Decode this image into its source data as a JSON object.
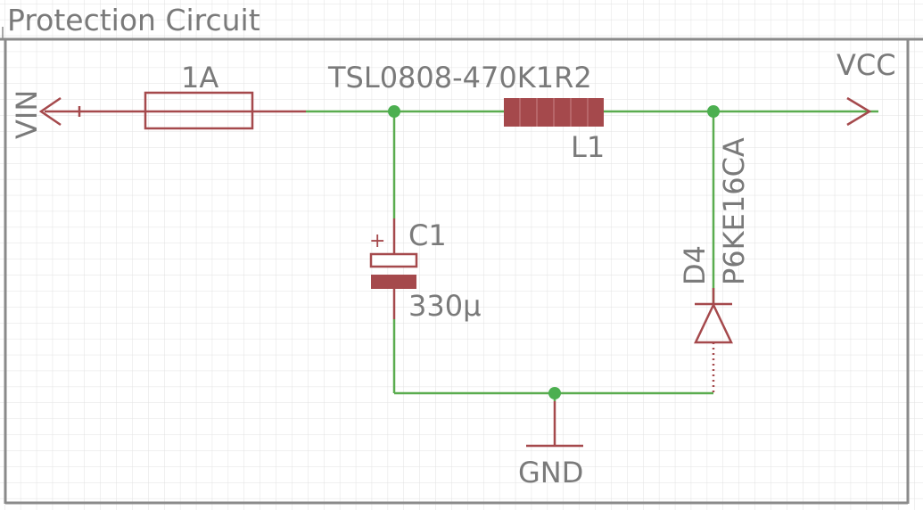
{
  "frame": {
    "title": "Protection Circuit"
  },
  "components": {
    "fuse": {
      "value": "1A"
    },
    "inductor": {
      "part": "TSL0808-470K1R2",
      "ref": "L1"
    },
    "capacitor": {
      "ref": "C1",
      "value": "330µ",
      "polarity_mark": "+"
    },
    "diode": {
      "ref": "D4",
      "part": "P6KE16CA"
    }
  },
  "nets": {
    "input": "VIN",
    "output": "VCC",
    "ground": "GND"
  },
  "colors": {
    "background": "#ffffff",
    "grid": "#e2e2e2",
    "frame": "#8a8a8a",
    "wire": "#5aac4f",
    "component": "#a5494c",
    "junction": "#4caf50",
    "text": "#7a7a7a"
  }
}
